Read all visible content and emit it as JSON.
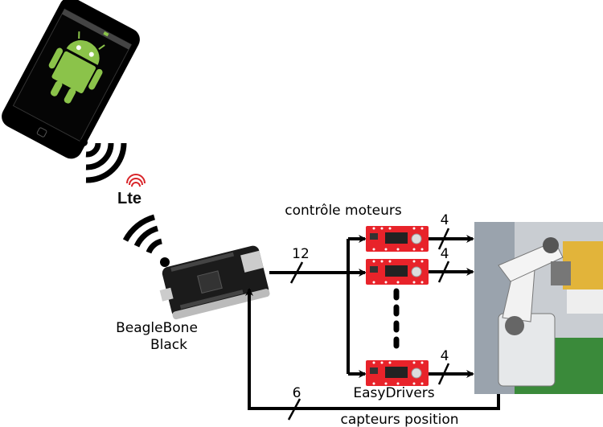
{
  "labels": {
    "motor_control": "contrôle moteurs",
    "board_line1": "BeagleBone",
    "board_line2": "Black",
    "drivers": "EasyDrivers",
    "position_sensors": "capteurs position",
    "bus_main": "12",
    "bus_driver_1": "4",
    "bus_driver_2": "4",
    "bus_driver_3": "4",
    "bus_feedback": "6"
  },
  "logos": {
    "lte": "Lte"
  },
  "icons": [
    "android-phone-icon",
    "wireless-signal-icon",
    "lte-logo",
    "wifi-icon",
    "beaglebone-board",
    "easydriver-board",
    "robot-arm-photo"
  ],
  "colors": {
    "driver_board": "#e8232a",
    "android_green": "#8bc34a",
    "line": "#000000"
  }
}
